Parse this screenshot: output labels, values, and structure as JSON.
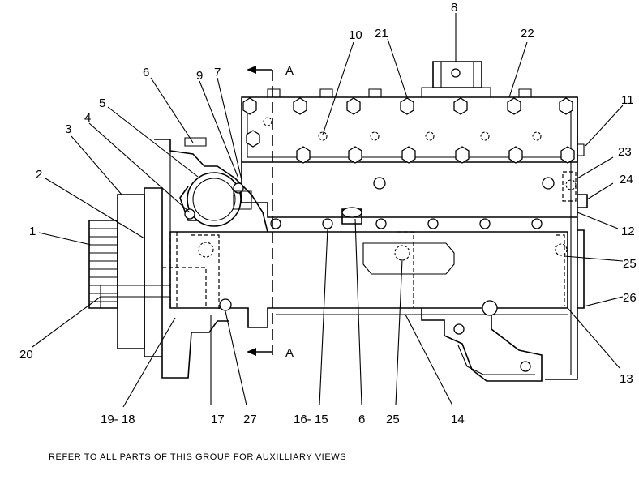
{
  "section_label": "A",
  "callouts": {
    "c1": "1",
    "c2": "2",
    "c3": "3",
    "c4": "4",
    "c5": "5",
    "c6a": "6",
    "c6b": "6",
    "c7": "7",
    "c8": "8",
    "c9": "9",
    "c10": "10",
    "c11": "11",
    "c12": "12",
    "c13": "13",
    "c14": "14",
    "c16_15": "16- 15",
    "c17": "17",
    "c19_18": "19- 18",
    "c20": "20",
    "c21": "21",
    "c22": "22",
    "c23": "23",
    "c24": "24",
    "c25a": "25",
    "c25b": "25",
    "c26": "26",
    "c27": "27"
  },
  "footnote": "REFER TO ALL PARTS OF THIS GROUP FOR AUXILLIARY VIEWS"
}
